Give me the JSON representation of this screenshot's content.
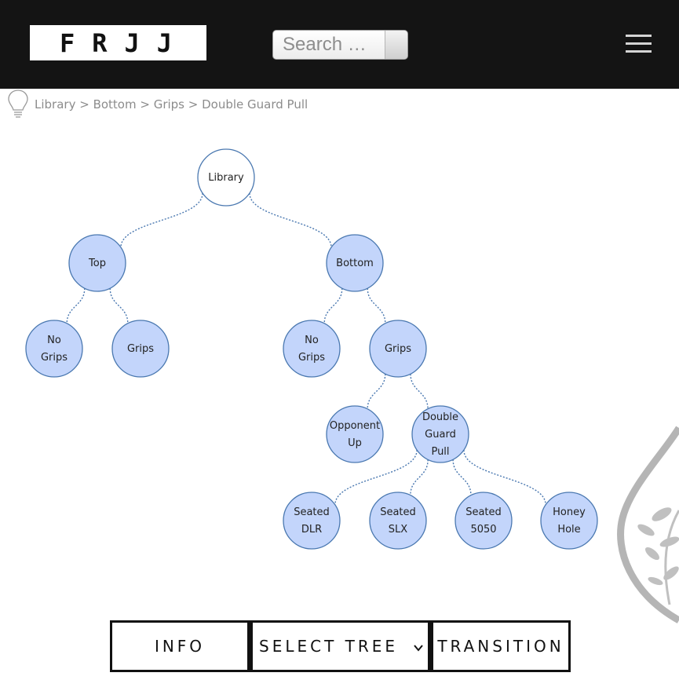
{
  "header": {
    "logo_text": "FRJJ",
    "search_placeholder": "Search …",
    "menu_icon": "hamburger-icon"
  },
  "breadcrumb": {
    "icon": "lightbulb-icon",
    "items": [
      "Library",
      "Bottom",
      "Grips",
      "Double Guard Pull"
    ],
    "separator": ">"
  },
  "tree": {
    "root": "Library",
    "nodes": [
      {
        "id": "library",
        "lines": [
          "Library"
        ],
        "selected": false
      },
      {
        "id": "top",
        "lines": [
          "Top"
        ],
        "selected": true
      },
      {
        "id": "bottom",
        "lines": [
          "Bottom"
        ],
        "selected": true
      },
      {
        "id": "top-no-grips",
        "lines": [
          "No",
          "Grips"
        ],
        "selected": true
      },
      {
        "id": "top-grips",
        "lines": [
          "Grips"
        ],
        "selected": true
      },
      {
        "id": "bottom-no-grips",
        "lines": [
          "No",
          "Grips"
        ],
        "selected": true
      },
      {
        "id": "bottom-grips",
        "lines": [
          "Grips"
        ],
        "selected": true
      },
      {
        "id": "opponent-up",
        "lines": [
          "Opponent",
          "Up"
        ],
        "selected": true
      },
      {
        "id": "double-guard-pull",
        "lines": [
          "Double",
          "Guard",
          "Pull"
        ],
        "selected": true
      },
      {
        "id": "seated-dlr",
        "lines": [
          "Seated",
          "DLR"
        ],
        "selected": true
      },
      {
        "id": "seated-slx",
        "lines": [
          "Seated",
          "SLX"
        ],
        "selected": true
      },
      {
        "id": "seated-5050",
        "lines": [
          "Seated",
          "5050"
        ],
        "selected": true
      },
      {
        "id": "honey-hole",
        "lines": [
          "Honey",
          "Hole"
        ],
        "selected": true
      }
    ],
    "edges": [
      [
        "library",
        "top"
      ],
      [
        "library",
        "bottom"
      ],
      [
        "top",
        "top-no-grips"
      ],
      [
        "top",
        "top-grips"
      ],
      [
        "bottom",
        "bottom-no-grips"
      ],
      [
        "bottom",
        "bottom-grips"
      ],
      [
        "bottom-grips",
        "opponent-up"
      ],
      [
        "bottom-grips",
        "double-guard-pull"
      ],
      [
        "double-guard-pull",
        "seated-dlr"
      ],
      [
        "double-guard-pull",
        "seated-slx"
      ],
      [
        "double-guard-pull",
        "seated-5050"
      ],
      [
        "double-guard-pull",
        "honey-hole"
      ]
    ],
    "colors": {
      "node_fill": "#c3d5fb",
      "root_fill": "#ffffff",
      "stroke": "#4a78b0"
    }
  },
  "buttons": {
    "info": "INFO",
    "select_tree": "SELECT TREE",
    "transition": "TRANSITION"
  }
}
